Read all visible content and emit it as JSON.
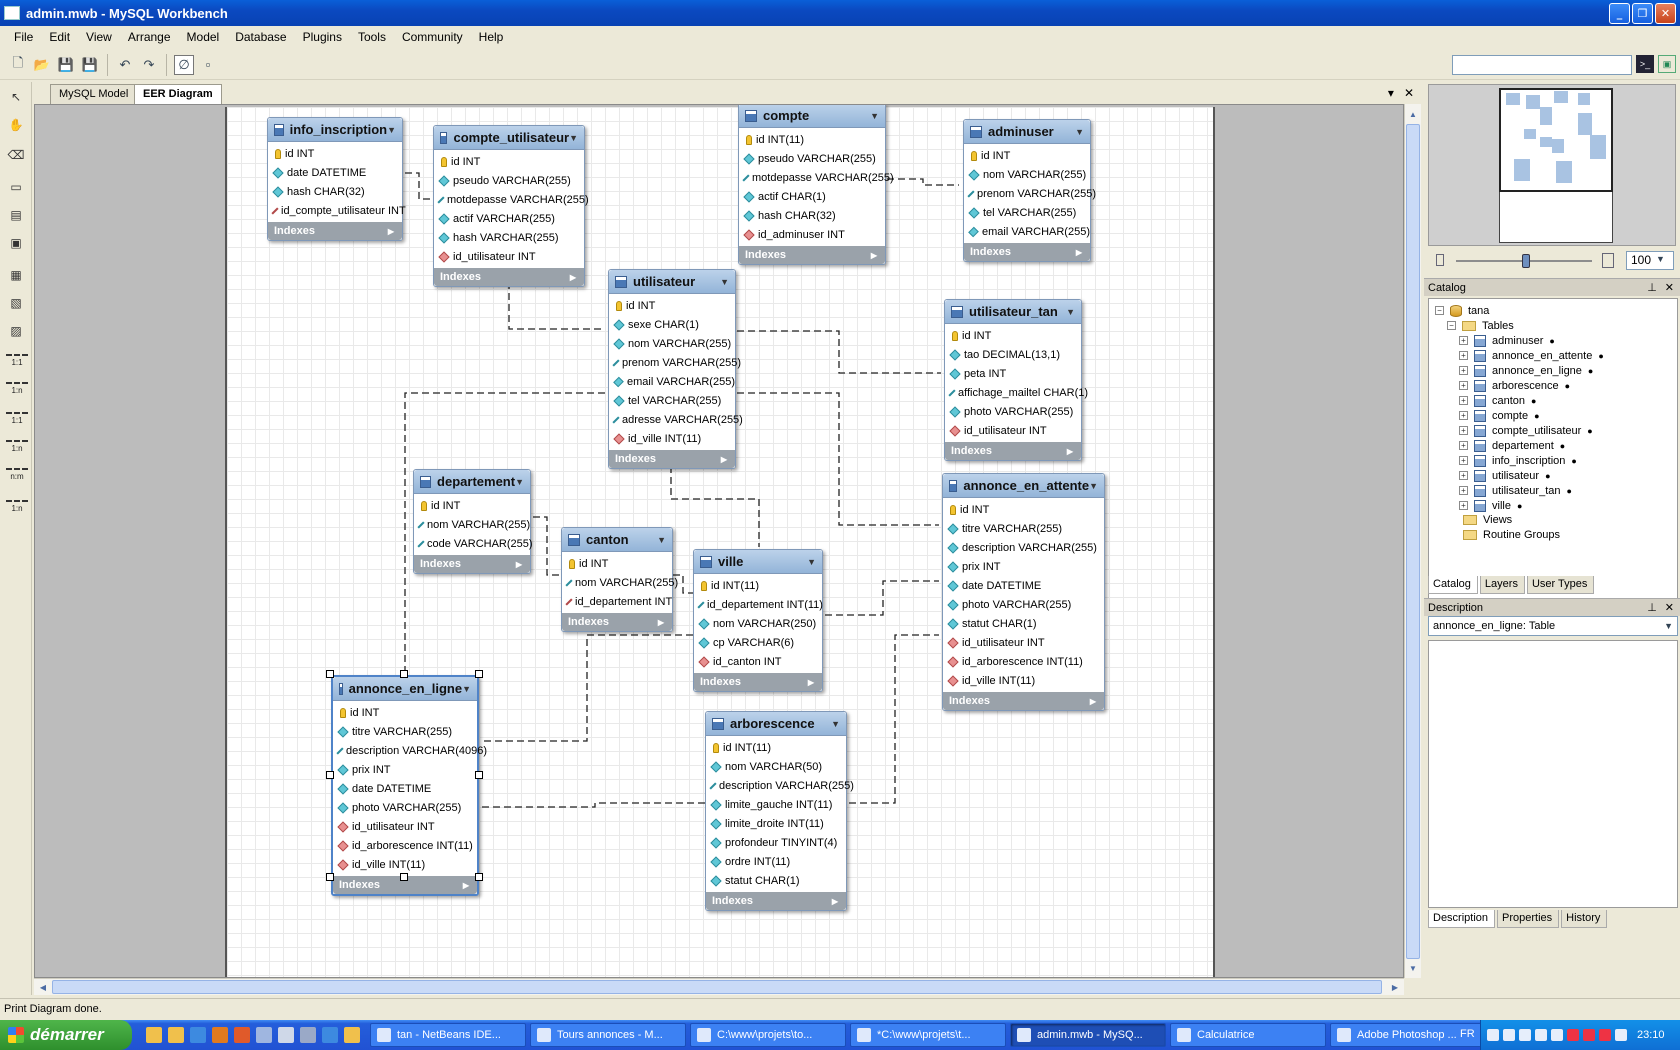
{
  "window": {
    "title": "admin.mwb - MySQL Workbench"
  },
  "menu": [
    "File",
    "Edit",
    "View",
    "Arrange",
    "Model",
    "Database",
    "Plugins",
    "Tools",
    "Community",
    "Help"
  ],
  "palette_labels": {
    "rel1": "1:1",
    "rel2": "1:n",
    "rel3": "1:1",
    "rel4": "1:n",
    "rel5": "n:m",
    "rel6": "1:n"
  },
  "tabs": [
    {
      "label": "MySQL Model"
    },
    {
      "label": "EER Diagram"
    }
  ],
  "indexes_label": "Indexes",
  "tables": {
    "info_inscription": {
      "name": "info_inscription",
      "cols": [
        {
          "k": "pk",
          "t": "id INT"
        },
        {
          "k": "c",
          "t": "date DATETIME"
        },
        {
          "k": "c",
          "t": "hash CHAR(32)"
        },
        {
          "k": "fk",
          "t": "id_compte_utilisateur INT"
        }
      ]
    },
    "compte_utilisateur": {
      "name": "compte_utilisateur",
      "cols": [
        {
          "k": "pk",
          "t": "id INT"
        },
        {
          "k": "c",
          "t": "pseudo VARCHAR(255)"
        },
        {
          "k": "c",
          "t": "motdepasse VARCHAR(255)"
        },
        {
          "k": "c",
          "t": "actif VARCHAR(255)"
        },
        {
          "k": "c",
          "t": "hash VARCHAR(255)"
        },
        {
          "k": "fk",
          "t": "id_utilisateur INT"
        }
      ]
    },
    "compte": {
      "name": "compte",
      "cols": [
        {
          "k": "pk",
          "t": "id INT(11)"
        },
        {
          "k": "c",
          "t": "pseudo VARCHAR(255)"
        },
        {
          "k": "c",
          "t": "motdepasse VARCHAR(255)"
        },
        {
          "k": "c",
          "t": "actif CHAR(1)"
        },
        {
          "k": "c",
          "t": "hash CHAR(32)"
        },
        {
          "k": "fk",
          "t": "id_adminuser INT"
        }
      ]
    },
    "adminuser": {
      "name": "adminuser",
      "cols": [
        {
          "k": "pk",
          "t": "id INT"
        },
        {
          "k": "c",
          "t": "nom VARCHAR(255)"
        },
        {
          "k": "c",
          "t": "prenom VARCHAR(255)"
        },
        {
          "k": "c",
          "t": "tel VARCHAR(255)"
        },
        {
          "k": "c",
          "t": "email VARCHAR(255)"
        }
      ]
    },
    "utilisateur": {
      "name": "utilisateur",
      "cols": [
        {
          "k": "pk",
          "t": "id INT"
        },
        {
          "k": "c",
          "t": "sexe CHAR(1)"
        },
        {
          "k": "c",
          "t": "nom VARCHAR(255)"
        },
        {
          "k": "c",
          "t": "prenom VARCHAR(255)"
        },
        {
          "k": "c",
          "t": "email VARCHAR(255)"
        },
        {
          "k": "c",
          "t": "tel VARCHAR(255)"
        },
        {
          "k": "c",
          "t": "adresse VARCHAR(255)"
        },
        {
          "k": "fk",
          "t": "id_ville INT(11)"
        }
      ]
    },
    "utilisateur_tan": {
      "name": "utilisateur_tan",
      "cols": [
        {
          "k": "pk",
          "t": "id INT"
        },
        {
          "k": "c",
          "t": "tao DECIMAL(13,1)"
        },
        {
          "k": "c",
          "t": "peta INT"
        },
        {
          "k": "c",
          "t": "affichage_mailtel CHAR(1)"
        },
        {
          "k": "c",
          "t": "photo VARCHAR(255)"
        },
        {
          "k": "fk",
          "t": "id_utilisateur INT"
        }
      ]
    },
    "departement": {
      "name": "departement",
      "cols": [
        {
          "k": "pk",
          "t": "id INT"
        },
        {
          "k": "c",
          "t": "nom VARCHAR(255)"
        },
        {
          "k": "c",
          "t": "code VARCHAR(255)"
        }
      ]
    },
    "canton": {
      "name": "canton",
      "cols": [
        {
          "k": "pk",
          "t": "id INT"
        },
        {
          "k": "c",
          "t": "nom VARCHAR(255)"
        },
        {
          "k": "fk",
          "t": "id_departement INT"
        }
      ]
    },
    "ville": {
      "name": "ville",
      "cols": [
        {
          "k": "pk",
          "t": "id INT(11)"
        },
        {
          "k": "c",
          "t": "id_departement INT(11)"
        },
        {
          "k": "c",
          "t": "nom VARCHAR(250)"
        },
        {
          "k": "c",
          "t": "cp VARCHAR(6)"
        },
        {
          "k": "fk",
          "t": "id_canton INT"
        }
      ]
    },
    "annonce_en_attente": {
      "name": "annonce_en_attente",
      "cols": [
        {
          "k": "pk",
          "t": "id INT"
        },
        {
          "k": "c",
          "t": "titre VARCHAR(255)"
        },
        {
          "k": "c",
          "t": "description VARCHAR(255)"
        },
        {
          "k": "c",
          "t": "prix INT"
        },
        {
          "k": "c",
          "t": "date DATETIME"
        },
        {
          "k": "c",
          "t": "photo VARCHAR(255)"
        },
        {
          "k": "c",
          "t": "statut CHAR(1)"
        },
        {
          "k": "fk",
          "t": "id_utilisateur INT"
        },
        {
          "k": "fk",
          "t": "id_arborescence INT(11)"
        },
        {
          "k": "fk",
          "t": "id_ville INT(11)"
        }
      ]
    },
    "annonce_en_ligne": {
      "name": "annonce_en_ligne",
      "cols": [
        {
          "k": "pk",
          "t": "id INT"
        },
        {
          "k": "c",
          "t": "titre VARCHAR(255)"
        },
        {
          "k": "c",
          "t": "description VARCHAR(4096)"
        },
        {
          "k": "c",
          "t": "prix INT"
        },
        {
          "k": "c",
          "t": "date DATETIME"
        },
        {
          "k": "c",
          "t": "photo VARCHAR(255)"
        },
        {
          "k": "fk",
          "t": "id_utilisateur INT"
        },
        {
          "k": "fk",
          "t": "id_arborescence INT(11)"
        },
        {
          "k": "fk",
          "t": "id_ville INT(11)"
        }
      ]
    },
    "arborescence": {
      "name": "arborescence",
      "cols": [
        {
          "k": "pk",
          "t": "id INT(11)"
        },
        {
          "k": "c",
          "t": "nom VARCHAR(50)"
        },
        {
          "k": "c",
          "t": "description VARCHAR(255)"
        },
        {
          "k": "c",
          "t": "limite_gauche INT(11)"
        },
        {
          "k": "c",
          "t": "limite_droite INT(11)"
        },
        {
          "k": "c",
          "t": "profondeur TINYINT(4)"
        },
        {
          "k": "c",
          "t": "ordre INT(11)"
        },
        {
          "k": "c",
          "t": "statut CHAR(1)"
        }
      ]
    }
  },
  "navigator": {
    "zoom": "100"
  },
  "catalog": {
    "title": "Catalog",
    "schema": "tana",
    "tables_label": "Tables",
    "tables": [
      "adminuser",
      "annonce_en_attente",
      "annonce_en_ligne",
      "arborescence",
      "canton",
      "compte",
      "compte_utilisateur",
      "departement",
      "info_inscription",
      "utilisateur",
      "utilisateur_tan",
      "ville"
    ],
    "views_label": "Views",
    "routines_label": "Routine Groups",
    "tabs": [
      "Catalog",
      "Layers",
      "User Types"
    ]
  },
  "description": {
    "title": "Description",
    "selected": "annonce_en_ligne: Table",
    "tabs": [
      "Description",
      "Properties",
      "History"
    ]
  },
  "status": "Print Diagram done.",
  "taskbar": {
    "start": "démarrer",
    "tasks": [
      "tan - NetBeans IDE...",
      "Tours annonces - M...",
      "C:\\www\\projets\\to...",
      "*C:\\www\\projets\\t...",
      "admin.mwb - MySQ...",
      "Calculatrice",
      "Adobe Photoshop ..."
    ],
    "lang": "FR",
    "clock": "23:10"
  }
}
